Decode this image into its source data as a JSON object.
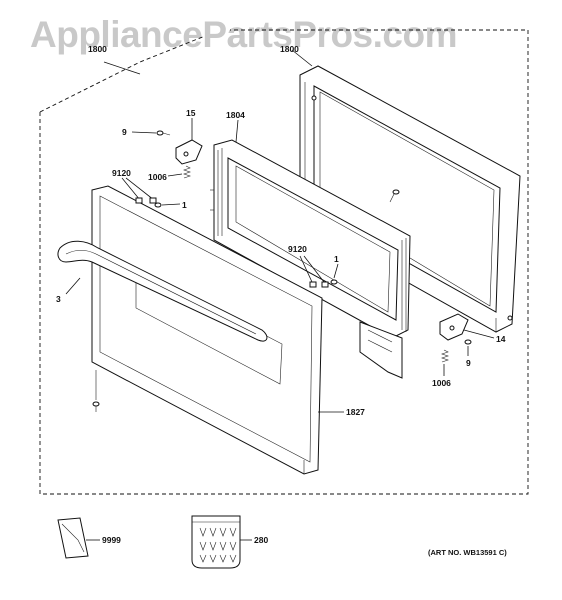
{
  "watermark": "AppliancePartsPros.com",
  "art_number": "(ART NO. WB13591 C)",
  "labels": {
    "assembly_top": "1800",
    "inner_frame": "1804",
    "hinge_left": "15",
    "screw_top": "9",
    "spring_left": "1006",
    "clip_group_left": "9120",
    "clip_left": "1",
    "handle": "3",
    "clip_group_right": "9120",
    "clip_right": "1",
    "hinge_right": "14",
    "screw_right": "9",
    "spring_right": "1006",
    "outer_panel": "1827",
    "manual": "9999",
    "hardware_kit": "280"
  }
}
